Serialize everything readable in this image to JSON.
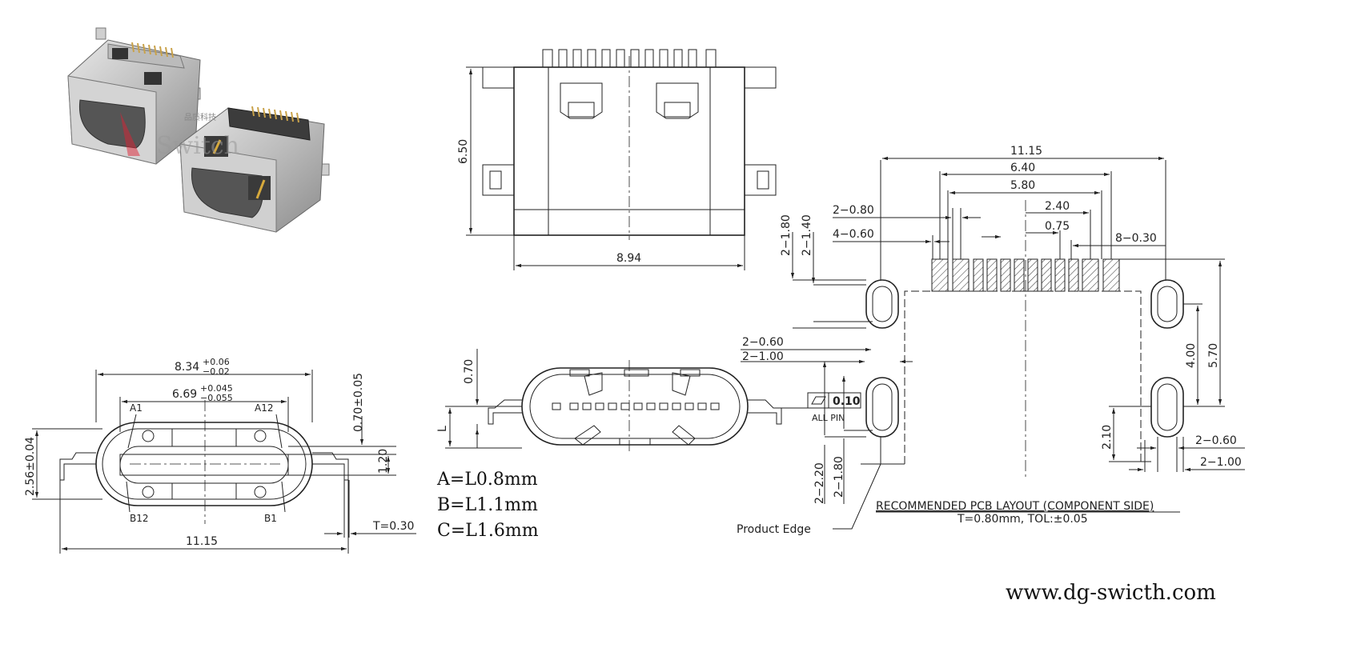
{
  "photo": {
    "watermark": "Switch",
    "watermark_cn": "品质科技"
  },
  "top_view": {
    "height": "6.50",
    "width": "8.94"
  },
  "front_view": {
    "width_outer": "8.34",
    "width_outer_tol_plus": "+0.06",
    "width_outer_tol_minus": "−0.02",
    "width_inner": "6.69",
    "width_inner_tol_plus": "+0.045",
    "width_inner_tol_minus": "−0.055",
    "height": "2.56±0.04",
    "tongue_offset": "0.70±0.05",
    "tongue": "1.20",
    "thickness": "T=0.30",
    "overall": "11.15",
    "pin_a1": "A1",
    "pin_a12": "A12",
    "pin_b12": "B12",
    "pin_b1": "B1"
  },
  "side_view": {
    "height": "0.70",
    "length_label": "L"
  },
  "legend": [
    "A=L0.8mm",
    "B=L1.1mm",
    "C=L1.6mm"
  ],
  "flatness": {
    "value": "0.10",
    "note": "ALL PIN"
  },
  "pcb_layout": {
    "overall": "11.15",
    "d640": "6.40",
    "d580": "5.80",
    "d240": "2.40",
    "d075": "0.75",
    "d2_080": "2−0.80",
    "d4_060": "4−0.60",
    "d8_030": "8−0.30",
    "v2_180": "2−1.80",
    "v2_140": "2−1.40",
    "h2_060": "2−0.60",
    "h2_100": "2−1.00",
    "v2_220": "2−2.20",
    "v2_180b": "2−1.80",
    "d400": "4.00",
    "d570": "5.70",
    "d210": "2.10",
    "r2_060": "2−0.60",
    "r2_100": "2−1.00",
    "product_edge": "Product Edge",
    "title": "RECOMMENDED PCB LAYOUT (COMPONENT SIDE)",
    "subtitle": "T=0.80mm, TOL:±0.05"
  },
  "website": "www.dg-swicth.com"
}
